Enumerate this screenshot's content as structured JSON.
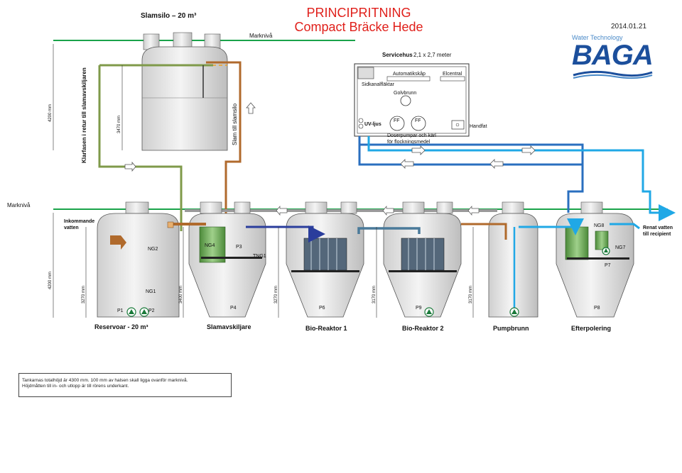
{
  "title": {
    "line1": "PRINCIPRITNING",
    "line2": "Compact  Bräcke Hede"
  },
  "date": "2014.01.21",
  "brand": {
    "tagline": "Water Technology",
    "name": "BAGA"
  },
  "colors": {
    "title": "#e0201b",
    "ground": "#1aa34a",
    "sludge_pipe": "#b06a2c",
    "return_pipe": "#7f9a4a",
    "air_pipe": "#2a6fbf",
    "clean_water": "#20a8e6",
    "brand": "#1c4f9c"
  },
  "silo": {
    "title": "Slamsilo – 20 m³",
    "height_total": "4200 mm",
    "height_inner": "3470 mm",
    "return_label": "Klarfasen i retur till slamavskiljaren",
    "sludge_label": "Slam till slamsilo"
  },
  "marknivaa_top": "Marknivå",
  "marknivaa_left": "Marknivå",
  "service": {
    "title": "Servicehus",
    "size": "2,1 x 2,7  meter",
    "fan": "Sidkanalfläktar",
    "cabinet": "Automatikskåp",
    "floor_drain": "Golvbrunn",
    "electrical": "Elcentral",
    "uv": "UV-ljus",
    "ff1": "FF",
    "ff2": "FF",
    "dosing": "Doserpumpar och kärl",
    "dosing2": "för flockningsmedel",
    "sink": "Handfat"
  },
  "inlet_label": [
    "Inkommande",
    "vatten"
  ],
  "outlet_label": [
    "Renat vatten",
    "till recipient"
  ],
  "heights": {
    "left": "4200 mm",
    "h1": "3270 mm",
    "h2": "3400 mm",
    "h3": "3270 mm",
    "h4": "3170 mm",
    "h5": "3170 mm"
  },
  "tags": {
    "ng1": "NG1",
    "ng2": "NG2",
    "p1": "P1",
    "p2": "P2",
    "ng4": "NG4",
    "p3": "P3",
    "tng1": "TNG1",
    "p4": "P4",
    "p6": "P6",
    "p9": "P9",
    "ng8": "NG8",
    "ng7": "NG7",
    "p7": "P7",
    "p8": "P8"
  },
  "tanks": [
    "Reservoar  - 20 m³",
    "Slamavskiljare",
    "Bio-Reaktor 1",
    "Bio-Reaktor 2",
    "Pumpbrunn",
    "Efterpolering"
  ],
  "note": [
    "Tankarnas totalhöjd är 4300 mm. 100 mm av halsen skall ligga ovanför marknivå.",
    "Höjdmåtten till in- och utlopp är till rörens underkant."
  ]
}
